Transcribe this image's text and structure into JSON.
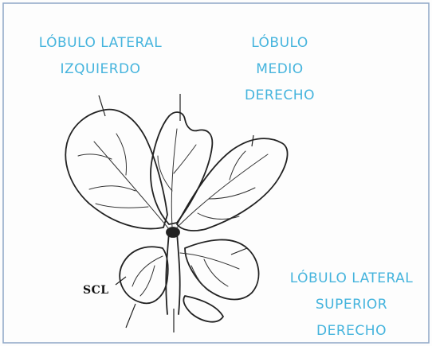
{
  "labels": {
    "left_lateral": {
      "line1": "LÓBULO LATERAL",
      "line2": "IZQUIERDO"
    },
    "middle_right": {
      "line1": "LÓBULO",
      "line2": "MEDIO",
      "line3": "DERECHO"
    },
    "upper_right_lateral": {
      "line1": "LÓBULO LATERAL",
      "line2": "SUPERIOR",
      "line3": "DERECHO"
    },
    "caudate": "SCL"
  },
  "colors": {
    "label_text": "#45b4dd",
    "line_art": "#222222",
    "frame": "#8ea6c7",
    "background": "#fdfdfd"
  }
}
